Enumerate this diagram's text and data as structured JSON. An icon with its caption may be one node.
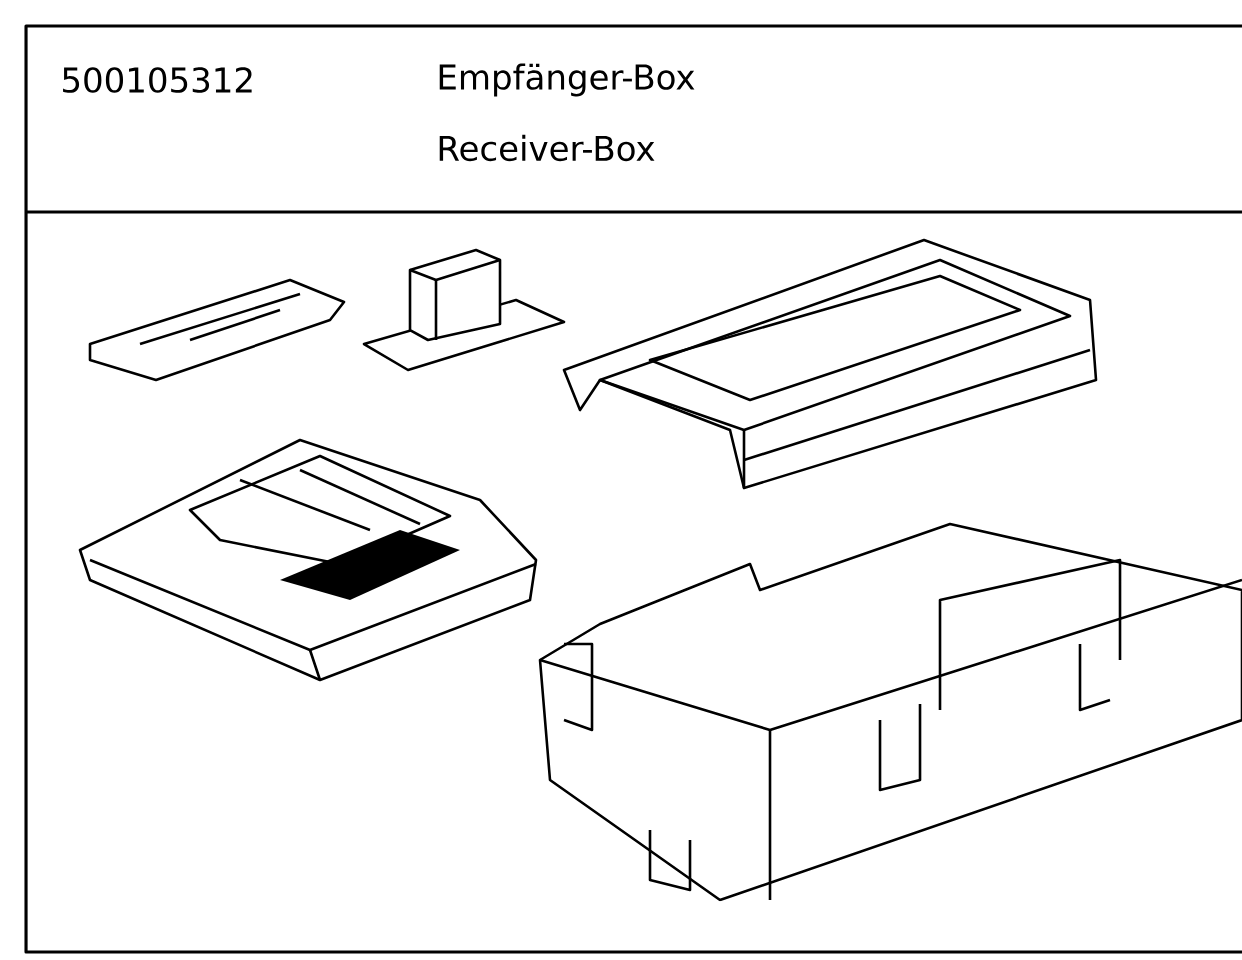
{
  "diagram": {
    "labels": [
      "500105312",
      "Empfänger-Box",
      "Receiver-Box"
    ]
  }
}
